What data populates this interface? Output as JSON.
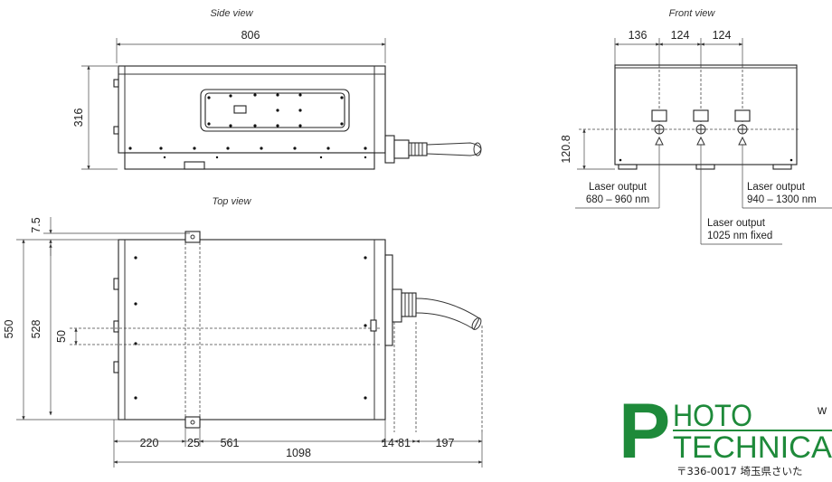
{
  "views": {
    "side": {
      "caption": "Side view",
      "dims": {
        "width": "806",
        "height": "316"
      }
    },
    "front": {
      "caption": "Front view",
      "dims": {
        "a": "136",
        "b": "124",
        "c": "124",
        "height": "120.8"
      },
      "outputs": [
        {
          "line1": "Laser output",
          "line2": "680 – 960 nm"
        },
        {
          "line1": "Laser output",
          "line2": "1025 nm fixed"
        },
        {
          "line1": "Laser output",
          "line2": "940 – 1300 nm"
        }
      ]
    },
    "top": {
      "caption": "Top view",
      "dims": {
        "total_height": "550",
        "inner_height": "528",
        "offset": "7.5",
        "port": "50",
        "seg1": "220",
        "seg2": "25",
        "seg3": "561",
        "seg4": "14",
        "seg5": "81",
        "seg6": "197",
        "total_length": "1098"
      }
    }
  },
  "logo": {
    "line1": "HOTO",
    "line2": "TECHNICA",
    "cap": "P",
    "web_fragment": "w",
    "address": "〒336-0017 埼玉県さいた"
  }
}
